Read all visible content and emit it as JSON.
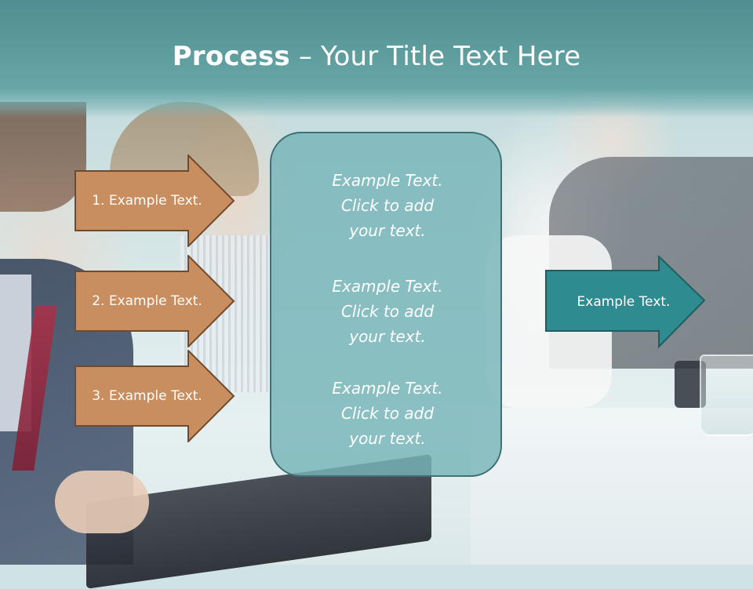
{
  "slide": {
    "title_bold": "Process",
    "title_rest": " – Your Title Text Here",
    "colors": {
      "title_band": "#5e9c9d",
      "left_arrow_fill": "#c98e5f",
      "left_arrow_border": "#6f4a2c",
      "center_panel_fill": "#76b5b8",
      "right_arrow_fill": "#2e8b8f",
      "text": "#ffffff"
    }
  },
  "left_arrows": [
    {
      "label": "1. Example Text."
    },
    {
      "label": "2. Example Text."
    },
    {
      "label": "3. Example Text."
    }
  ],
  "center_panel": {
    "blocks": [
      "Example Text.\nClick  to add\nyour text.",
      "Example Text.\nClick  to add\nyour text.",
      "Example Text.\nClick  to add\nyour text."
    ]
  },
  "right_arrow": {
    "label": "Example Text."
  }
}
